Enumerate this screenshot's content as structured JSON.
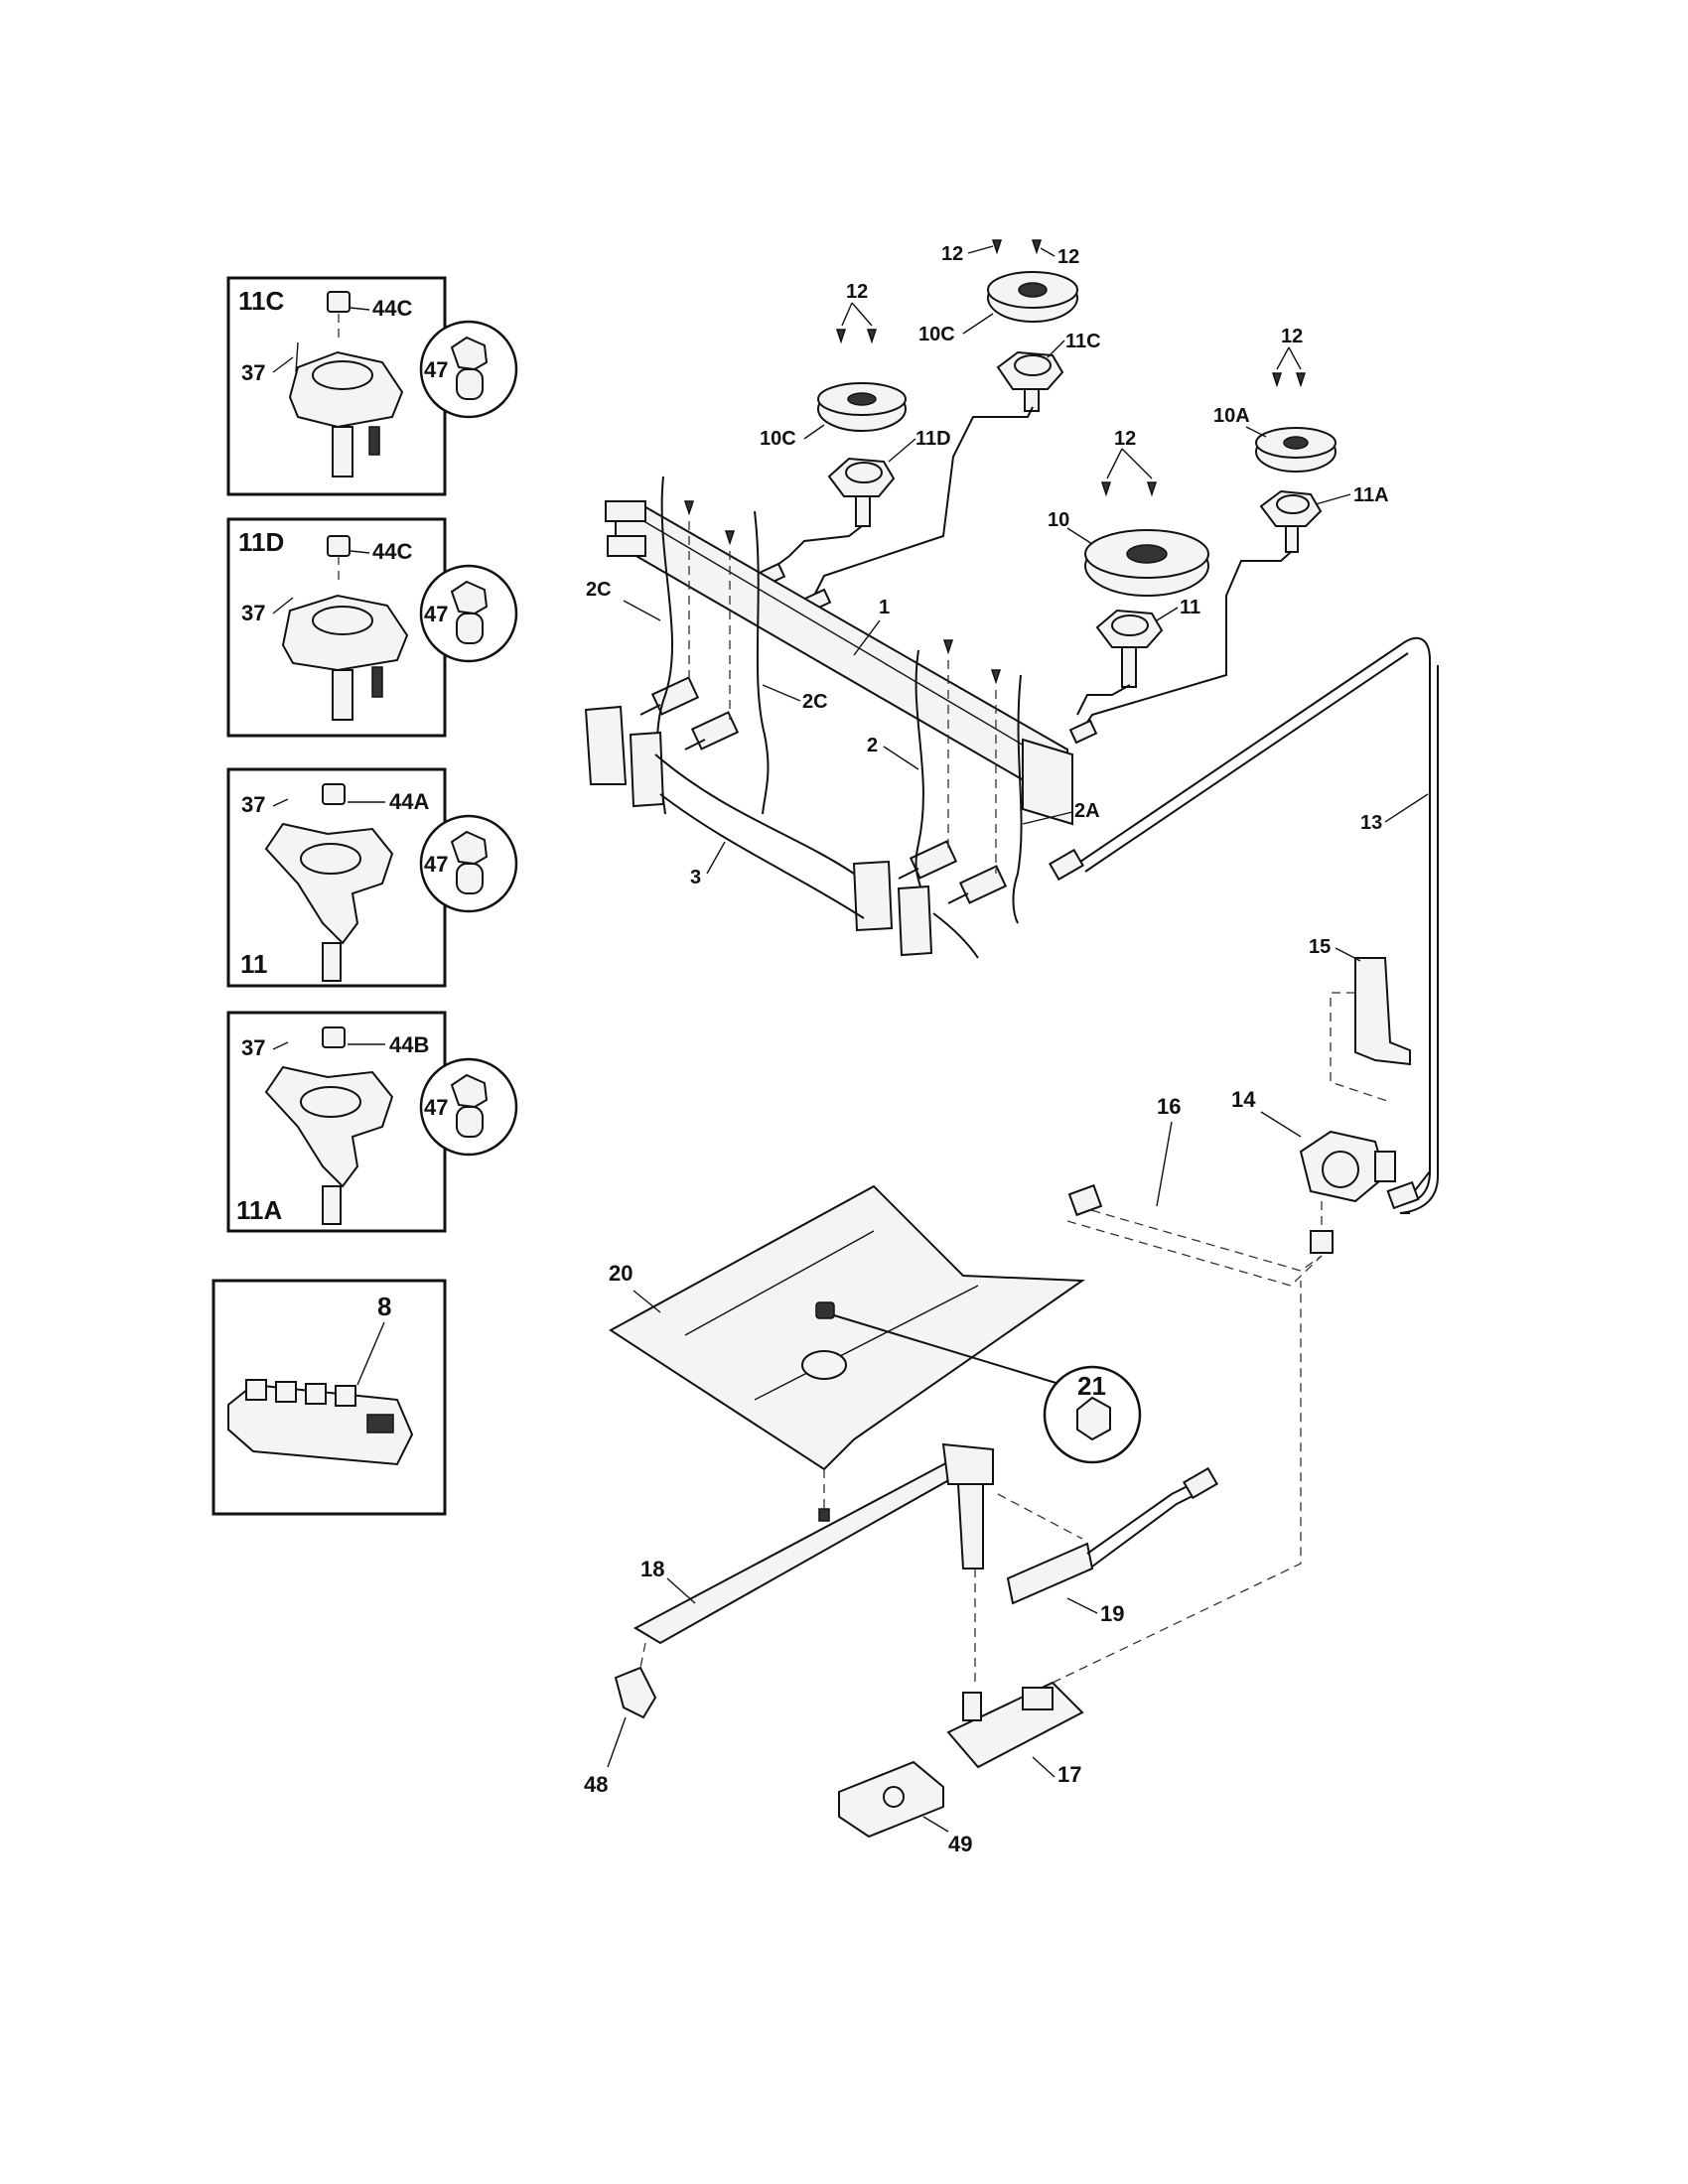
{
  "inset_11c": {
    "title": "11C",
    "l_screw": "37",
    "l_cap": "44C",
    "l_circle": "47"
  },
  "inset_11d": {
    "title": "11D",
    "l_screw": "37",
    "l_cap": "44C",
    "l_circle": "47"
  },
  "inset_11": {
    "title": "11",
    "l_screw": "37",
    "l_cap": "44A",
    "l_circle": "47"
  },
  "inset_11a": {
    "title": "11A",
    "l_screw": "37",
    "l_cap": "44B",
    "l_circle": "47"
  },
  "inset_8": {
    "title": "8"
  },
  "labels": {
    "screw_12_a": "12",
    "screw_12_b": "12",
    "screw_12_c": "12",
    "screw_12_d": "12",
    "screw_12_e": "12",
    "cap_10c_top": "10C",
    "burner_11c": "11C",
    "cap_10c_left": "10C",
    "burner_11d": "11D",
    "cap_10a": "10A",
    "burner_11a": "11A",
    "cap_10": "10",
    "burner_11": "11",
    "manifold_1": "1",
    "wire_2c_left": "2C",
    "wire_2c_right": "2C",
    "wire_2": "2",
    "wire_2a": "2A",
    "harness_3": "3",
    "tube_13": "13",
    "bracket_15": "15",
    "regulator_14": "14",
    "tube_16": "16",
    "baffle_20": "20",
    "nut_21": "21",
    "burner_18": "18",
    "igniter_19": "19",
    "valve_17": "17",
    "clip_48": "48",
    "bracket_49": "49"
  }
}
